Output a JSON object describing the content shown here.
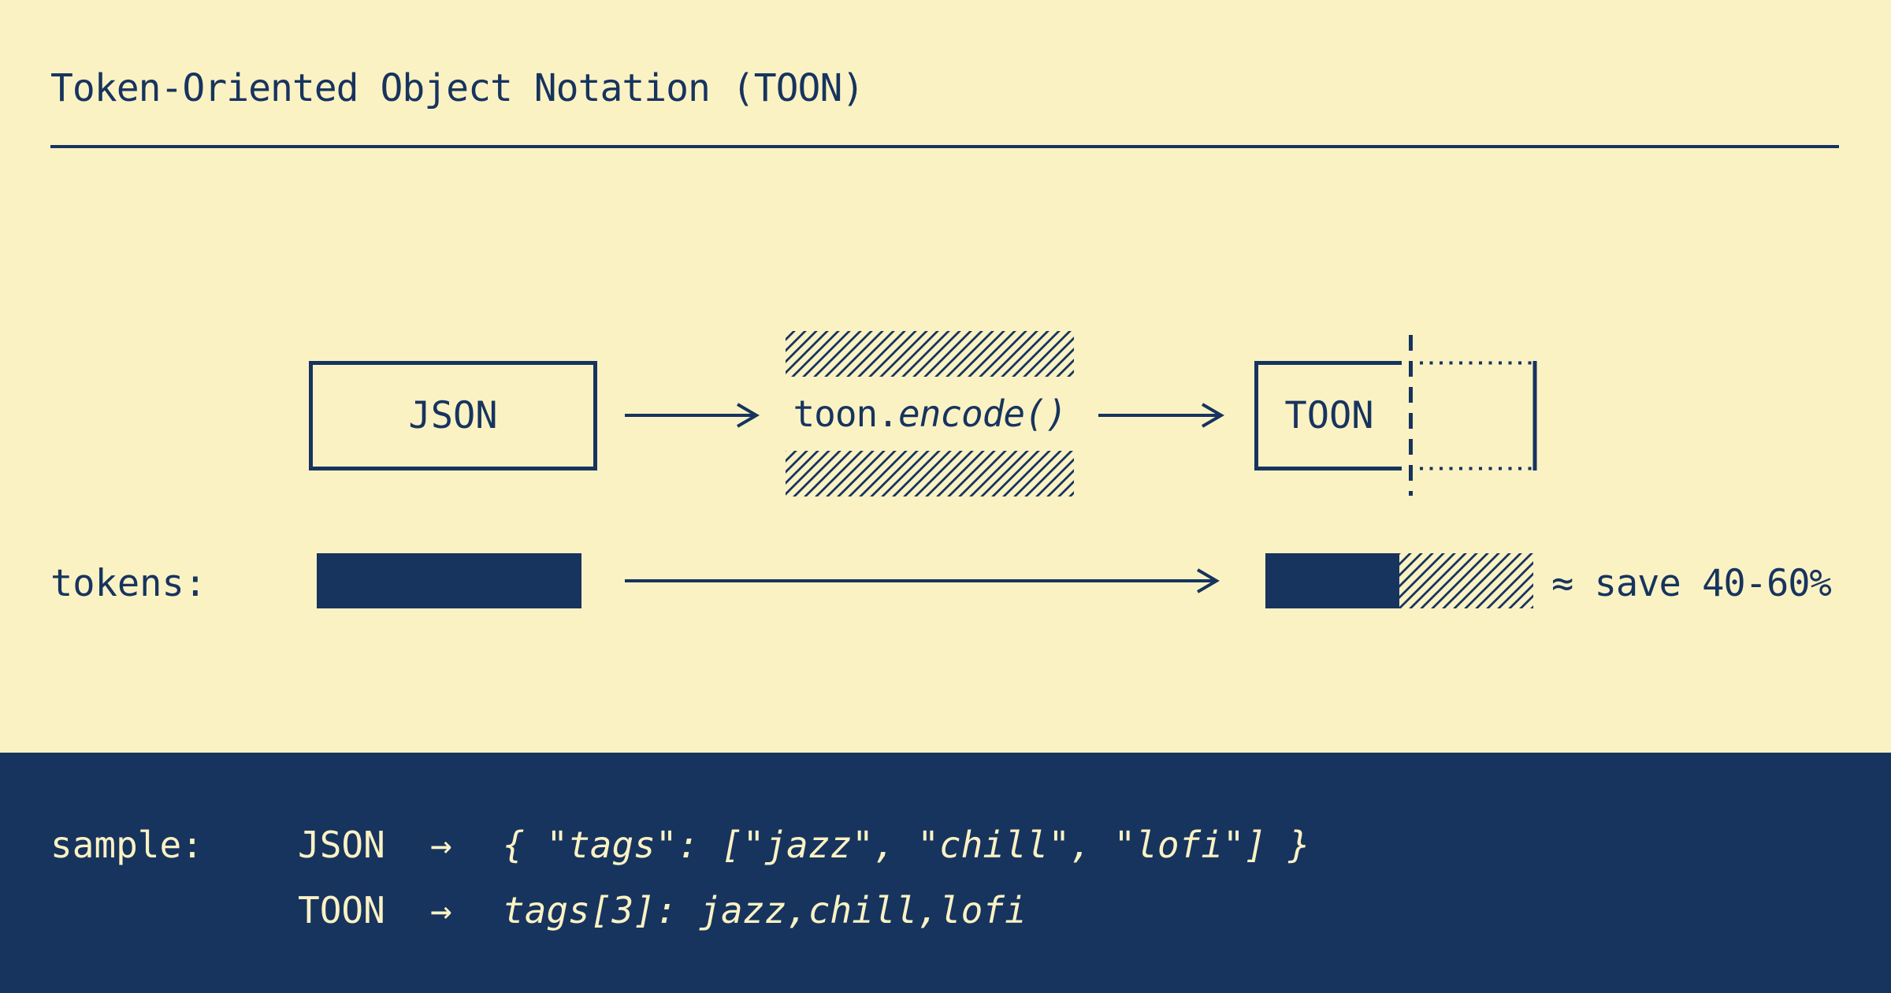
{
  "colors": {
    "background_cream": "#FBF2C4",
    "ink_navy": "#17345E"
  },
  "header": {
    "title": "Token-Oriented Object Notation (TOON)"
  },
  "flow": {
    "input_label": "JSON",
    "encoder_prefix": "toon.",
    "encoder_call": "encode()",
    "output_label": "TOON"
  },
  "tokens_row": {
    "label": "tokens:",
    "savings": "≈ save 40-60%"
  },
  "sample": {
    "label": "sample:",
    "arrow": "→",
    "rows": [
      {
        "format": "JSON",
        "code": "{ \"tags\": [\"jazz\", \"chill\", \"lofi\"] }"
      },
      {
        "format": "TOON",
        "code": "tags[3]: jazz,chill,lofi"
      }
    ]
  }
}
